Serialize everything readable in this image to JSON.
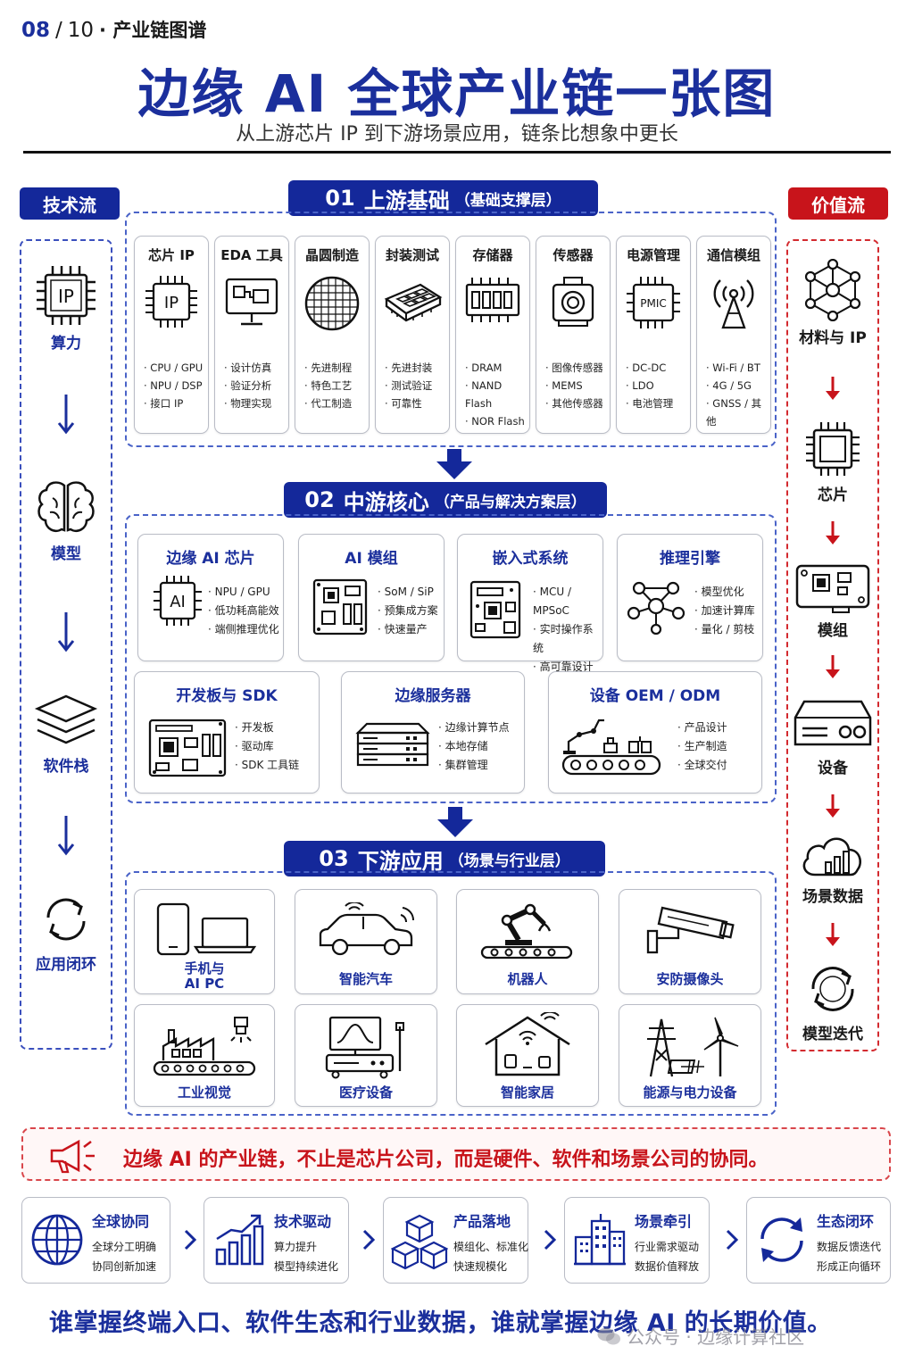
{
  "header": {
    "page": "08",
    "separator": "/",
    "total": "10",
    "section": "· 产业链图谱"
  },
  "title": "边缘 AI 全球产业链一张图",
  "subtitle": "从上游芯片 IP 到下游场景应用，链条比想象中更长",
  "tech_flow": {
    "tag": "技术流",
    "items": [
      {
        "label": "算力",
        "icon": "ip-chip-icon"
      },
      {
        "label": "模型",
        "icon": "brain-icon"
      },
      {
        "label": "软件栈",
        "icon": "layers-icon"
      },
      {
        "label": "应用闭环",
        "icon": "cycle-icon"
      }
    ]
  },
  "value_flow": {
    "tag": "价值流",
    "items": [
      {
        "label": "材料与 IP",
        "icon": "molecule-icon"
      },
      {
        "label": "芯片",
        "icon": "chip-icon"
      },
      {
        "label": "模组",
        "icon": "module-icon"
      },
      {
        "label": "设备",
        "icon": "device-icon"
      },
      {
        "label": "场景数据",
        "icon": "cloud-data-icon"
      },
      {
        "label": "模型迭代",
        "icon": "iteration-icon"
      }
    ]
  },
  "upstream": {
    "num": "01",
    "name": "上游基础",
    "sub": "（基础支撑层）",
    "cards": [
      {
        "title": "芯片 IP",
        "items": [
          "· CPU / GPU",
          "· NPU / DSP",
          "· 接口 IP"
        ]
      },
      {
        "title": "EDA 工具",
        "items": [
          "· 设计仿真",
          "· 验证分析",
          "· 物理实现"
        ]
      },
      {
        "title": "晶圆制造",
        "items": [
          "· 先进制程",
          "· 特色工艺",
          "· 代工制造"
        ]
      },
      {
        "title": "封装测试",
        "items": [
          "· 先进封装",
          "· 测试验证",
          "· 可靠性"
        ]
      },
      {
        "title": "存储器",
        "items": [
          "· DRAM",
          "· NAND Flash",
          "· NOR Flash"
        ]
      },
      {
        "title": "传感器",
        "items": [
          "· 图像传感器",
          "· MEMS",
          "· 其他传感器"
        ]
      },
      {
        "title": "电源管理",
        "items": [
          "· DC-DC",
          "· LDO",
          "· 电池管理"
        ]
      },
      {
        "title": "通信模组",
        "items": [
          "· Wi-Fi / BT",
          "· 4G / 5G",
          "· GNSS / 其他"
        ]
      }
    ],
    "icon_text": {
      "ip": "IP",
      "pmic": "PMIC"
    }
  },
  "midstream": {
    "num": "02",
    "name": "中游核心",
    "sub": "（产品与解决方案层）",
    "cards": [
      {
        "title": "边缘 AI 芯片",
        "items": [
          "· NPU / GPU",
          "· 低功耗高能效",
          "· 端侧推理优化"
        ]
      },
      {
        "title": "AI 模组",
        "items": [
          "· SoM / SiP",
          "· 预集成方案",
          "· 快速量产"
        ]
      },
      {
        "title": "嵌入式系统",
        "items": [
          "· MCU / MPSoC",
          "· 实时操作系统",
          "· 高可靠设计"
        ]
      },
      {
        "title": "推理引擎",
        "items": [
          "· 模型优化",
          "· 加速计算库",
          "· 量化 / 剪枝"
        ]
      },
      {
        "title": "开发板与 SDK",
        "items": [
          "· 开发板",
          "· 驱动库",
          "· SDK 工具链"
        ]
      },
      {
        "title": "边缘服务器",
        "items": [
          "· 边缘计算节点",
          "· 本地存储",
          "· 集群管理"
        ]
      },
      {
        "title": "设备 OEM / ODM",
        "items": [
          "· 产品设计",
          "· 生产制造",
          "· 全球交付"
        ]
      }
    ],
    "icon_text": {
      "ai": "AI"
    }
  },
  "downstream": {
    "num": "03",
    "name": "下游应用",
    "sub": "（场景与行业层）",
    "cards": [
      {
        "title_lines": [
          "手机与",
          "AI PC"
        ]
      },
      {
        "title_lines": [
          "智能汽车"
        ]
      },
      {
        "title_lines": [
          "机器人"
        ]
      },
      {
        "title_lines": [
          "安防摄像头"
        ]
      },
      {
        "title_lines": [
          "工业视觉"
        ]
      },
      {
        "title_lines": [
          "医疗设备"
        ]
      },
      {
        "title_lines": [
          "智能家居"
        ]
      },
      {
        "title_lines": [
          "能源与电力设备"
        ]
      }
    ]
  },
  "banner": "边缘 AI 的产业链，不止是芯片公司，而是硬件、软件和场景公司的协同。",
  "features": [
    {
      "title": "全球协同",
      "lines": [
        "全球分工明确",
        "协同创新加速"
      ]
    },
    {
      "title": "技术驱动",
      "lines": [
        "算力提升",
        "模型持续进化"
      ]
    },
    {
      "title": "产品落地",
      "lines": [
        "模组化、标准化",
        "快速规模化"
      ]
    },
    {
      "title": "场景牵引",
      "lines": [
        "行业需求驱动",
        "数据价值释放"
      ]
    },
    {
      "title": "生态闭环",
      "lines": [
        "数据反馈迭代",
        "形成正向循环"
      ]
    }
  ],
  "footer": "谁掌握终端入口、软件生态和行业数据，谁就掌握边缘 AI 的长期价值。",
  "watermark": "公众号 · 边缘计算社区",
  "colors": {
    "primary": "#14289a",
    "accent_red": "#c8141b"
  }
}
